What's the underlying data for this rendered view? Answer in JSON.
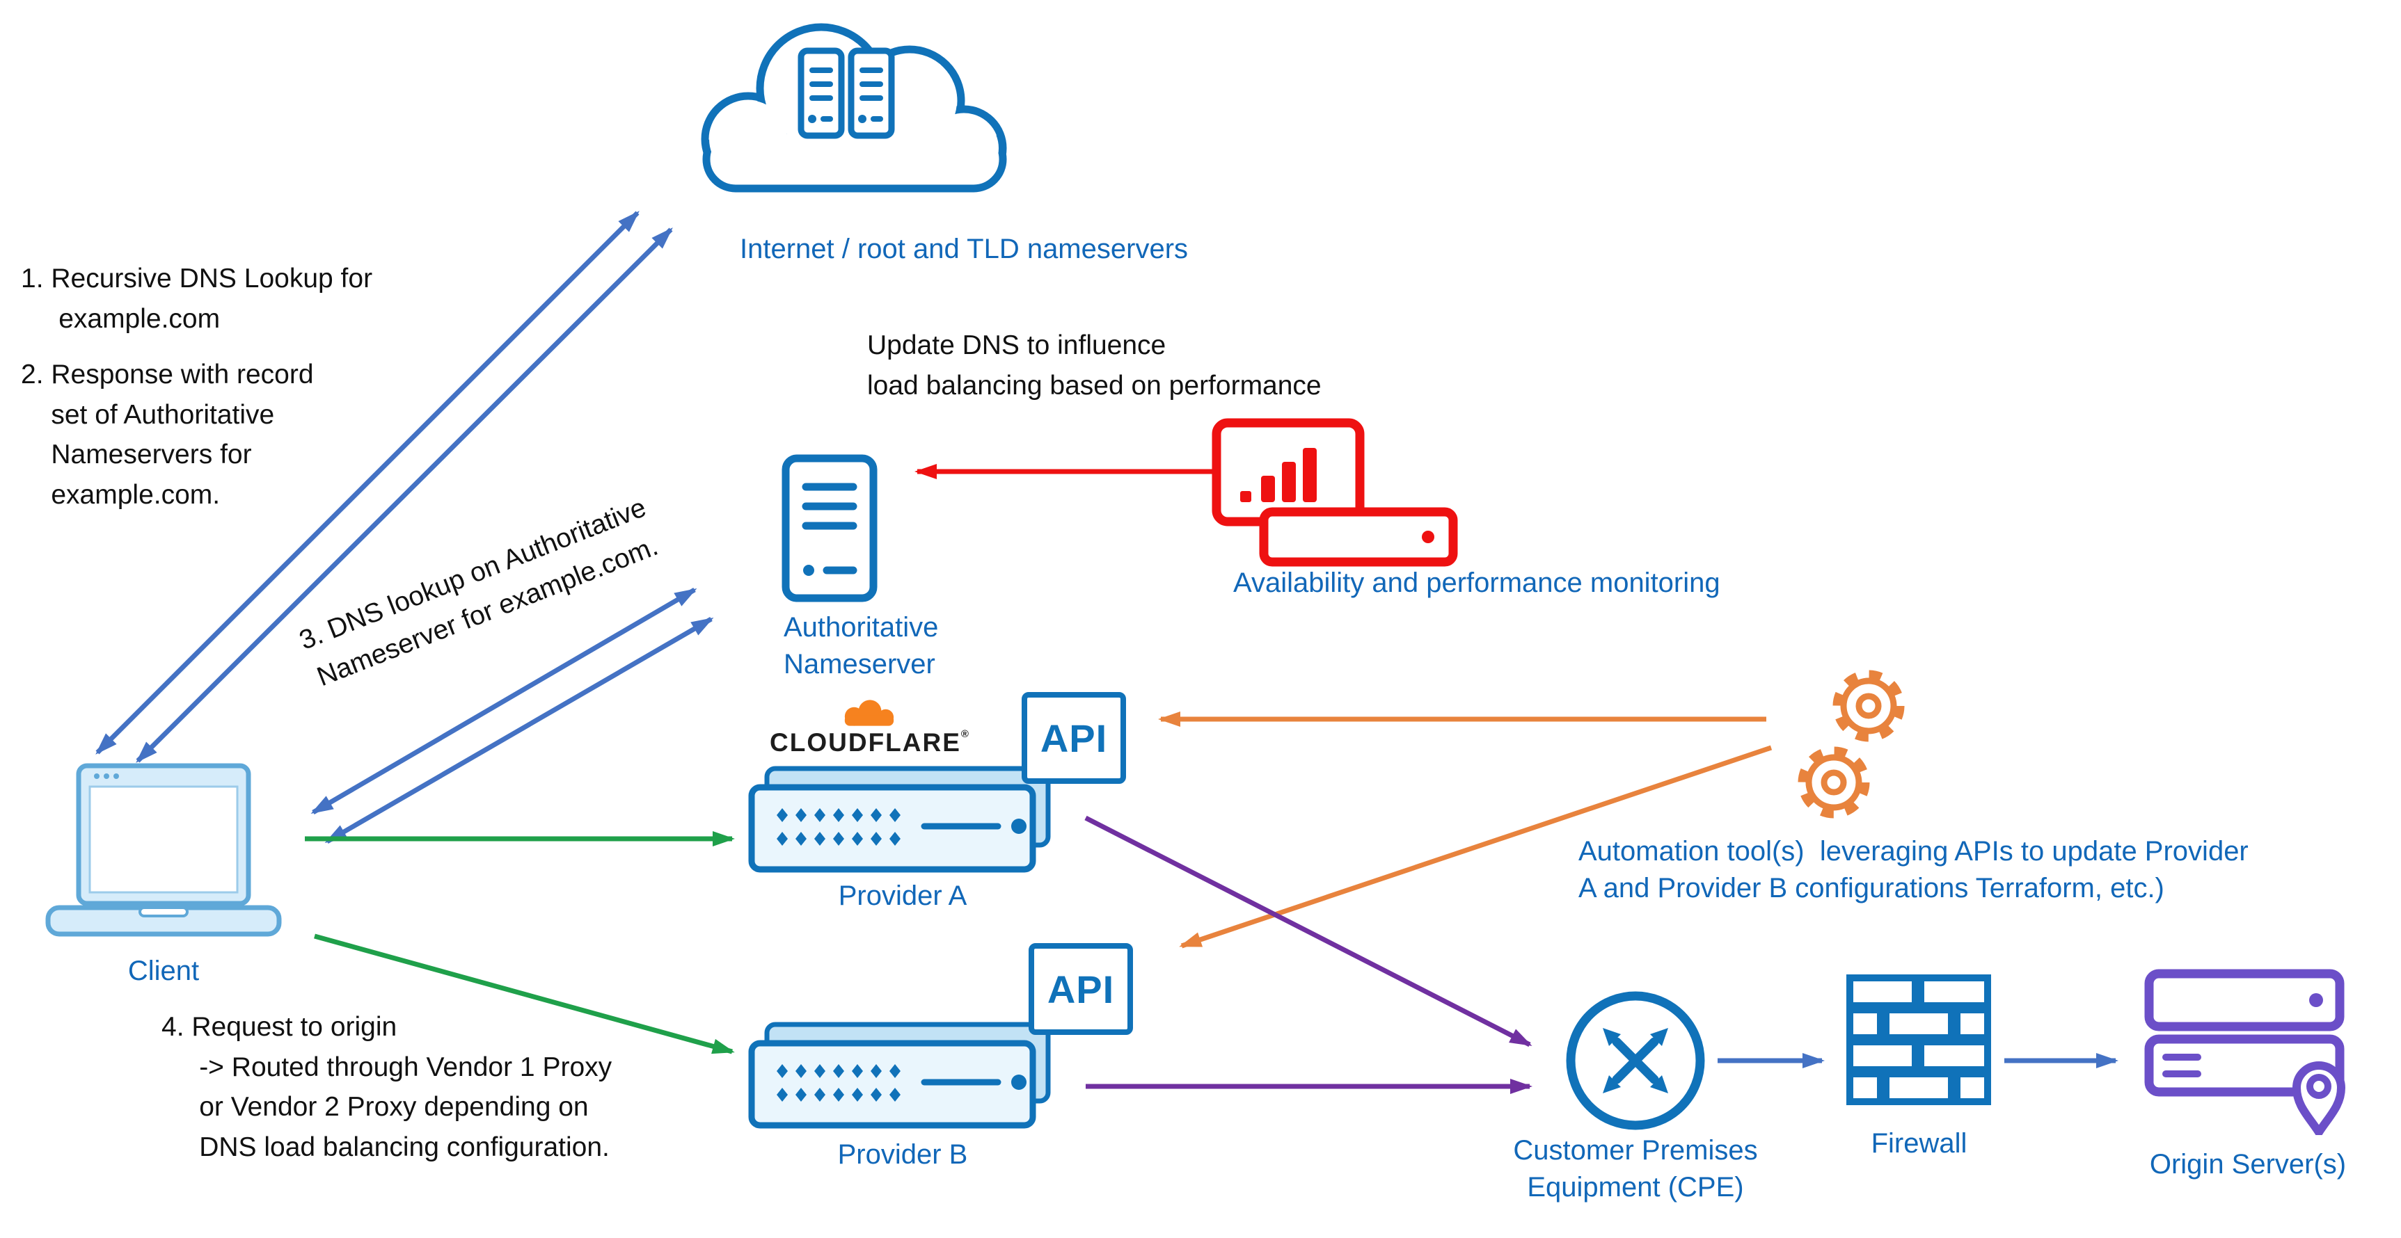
{
  "title": "DNS load balancing architecture diagram",
  "colors": {
    "icon_blue": "#1072b9",
    "label_blue": "#1167b8",
    "arrow_blue": "#4472c4",
    "monitor_red": "#ee1111",
    "request_green": "#1fa04a",
    "automation_orange": "#e8833d",
    "proxy_purple": "#7030a0",
    "origin_purple": "#6b4fc8",
    "cloudflare_orange": "#f6821f"
  },
  "nodes": {
    "internet": {
      "label": "Internet / root and TLD nameservers",
      "icon": "cloud-servers-icon"
    },
    "client": {
      "label": "Client",
      "icon": "laptop-icon"
    },
    "authoritative_ns": {
      "label": "Authoritative\nNameserver",
      "icon": "server-icon"
    },
    "monitoring": {
      "label": "Availability and performance monitoring",
      "icon": "monitoring-icon"
    },
    "provider_a": {
      "label": "Provider A",
      "brand": "CLOUDFLARE",
      "brand_mark": "®",
      "api_label": "API",
      "icon": "network-appliance-icon"
    },
    "provider_b": {
      "label": "Provider B",
      "api_label": "API",
      "icon": "network-appliance-icon"
    },
    "automation": {
      "label": "Automation tool(s)  leveraging APIs to update Provider\nA and Provider B configurations Terraform, etc.)",
      "icon": "gears-icon"
    },
    "cpe": {
      "label": "Customer Premises\nEquipment (CPE)",
      "icon": "router-icon"
    },
    "firewall": {
      "label": "Firewall",
      "icon": "brick-wall-icon"
    },
    "origin": {
      "label": "Origin Server(s)",
      "icon": "origin-servers-icon"
    }
  },
  "annotations": {
    "step1": "1. Recursive DNS Lookup for\n     example.com",
    "step2": "2. Response with record\n    set of Authoritative\n    Nameservers for\n    example.com.",
    "step3": "3. DNS lookup on Authoritative\nNameserver for example.com.",
    "step4": "4. Request to origin\n     -> Routed through Vendor 1 Proxy\n     or Vendor 2 Proxy depending on\n     DNS load balancing configuration.",
    "update_dns": "Update DNS to influence\nload balancing based on performance"
  }
}
